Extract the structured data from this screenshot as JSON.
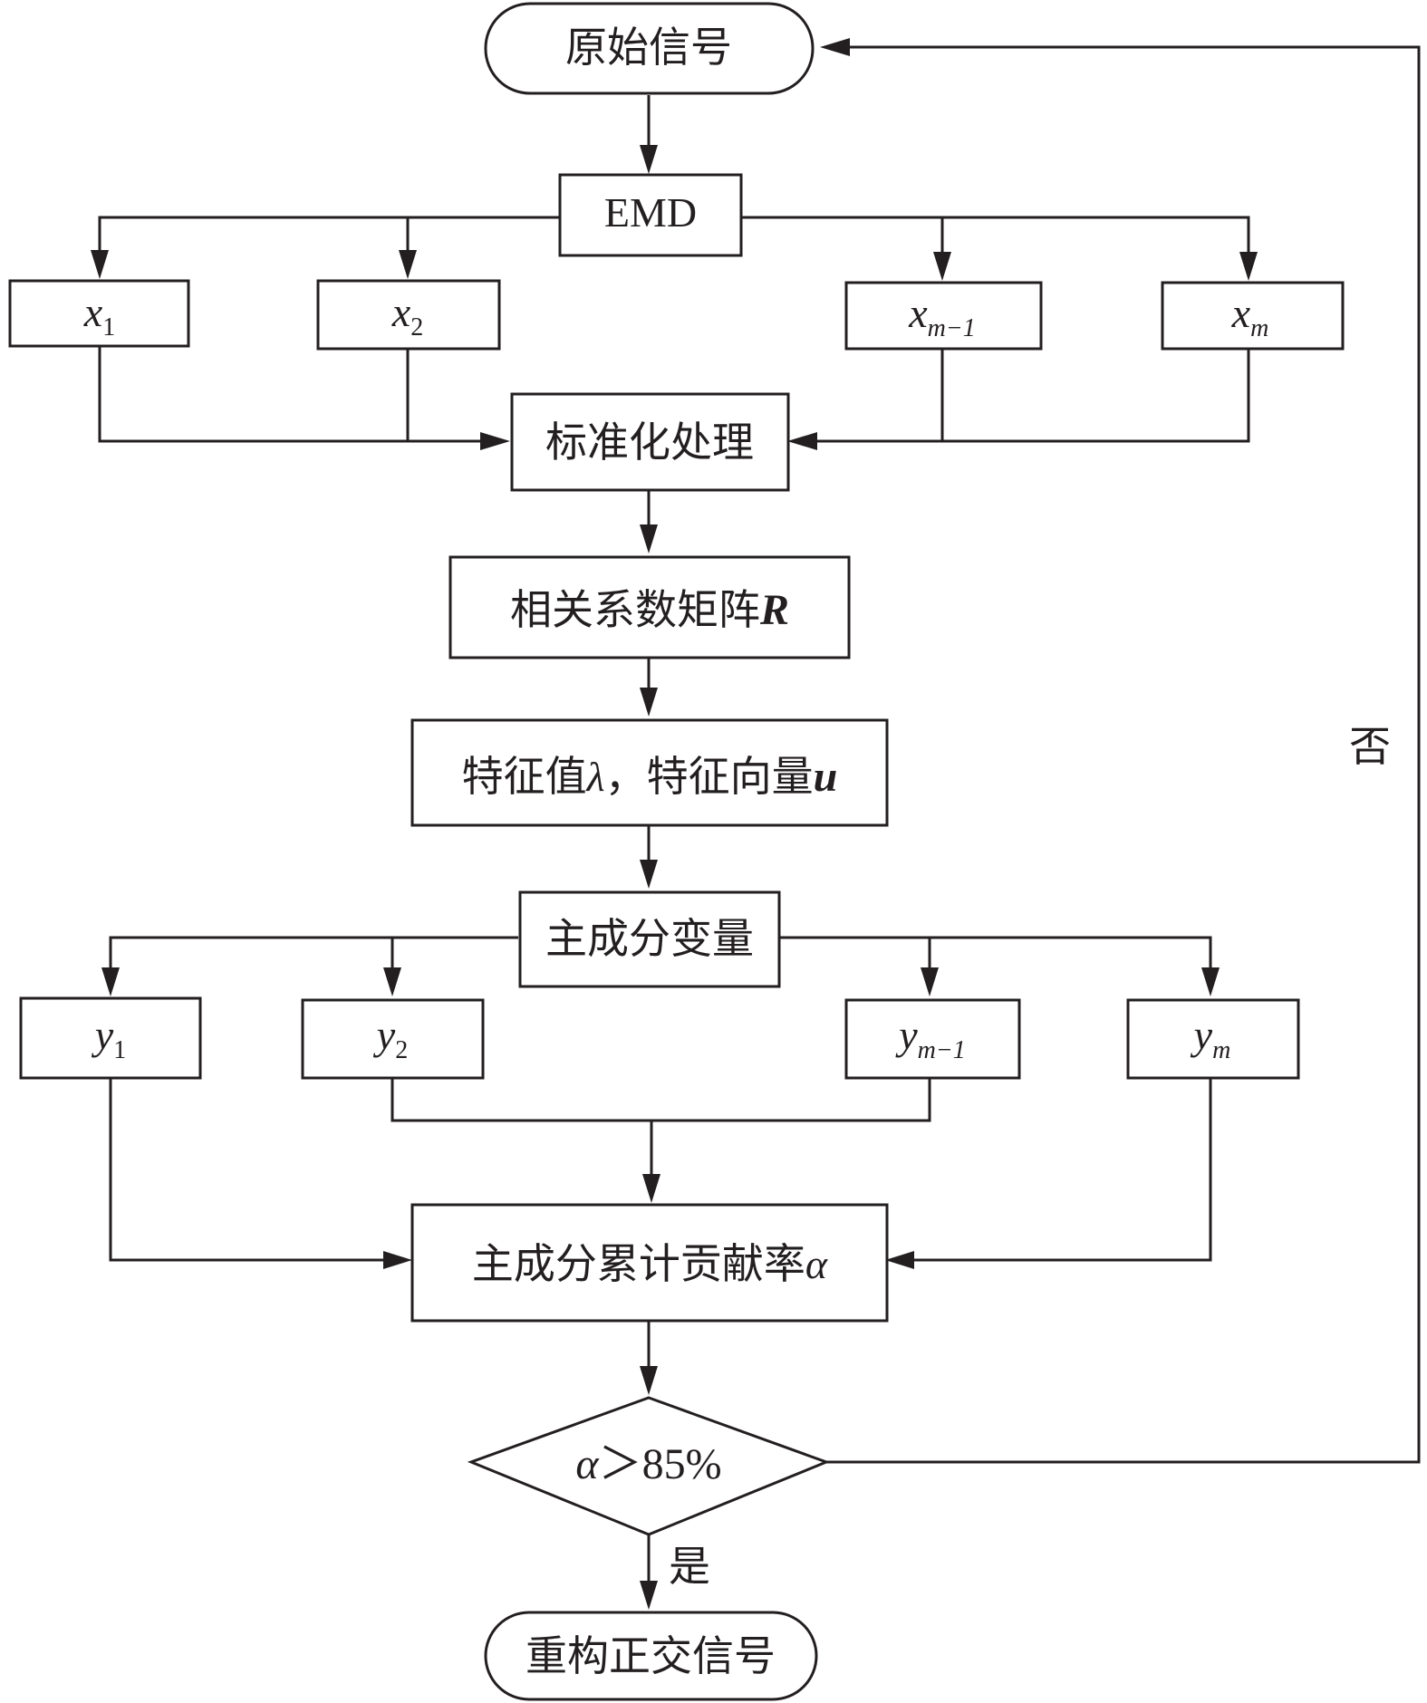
{
  "nodes": {
    "start": "原始信号",
    "emd": "EMD",
    "x1": {
      "base": "x",
      "sub": "1"
    },
    "x2": {
      "base": "x",
      "sub": "2"
    },
    "xm1": {
      "base": "x",
      "sub": "m−1"
    },
    "xm": {
      "base": "x",
      "sub": "m"
    },
    "standardize": "标准化处理",
    "corr": {
      "text": "相关系数矩阵",
      "symbol": "R"
    },
    "eigen": {
      "text1": "特征值",
      "sym1": "λ",
      "sep": "，",
      "text2": "特征向量",
      "sym2": "u"
    },
    "pc": "主成分变量",
    "y1": {
      "base": "y",
      "sub": "1"
    },
    "y2": {
      "base": "y",
      "sub": "2"
    },
    "ym1": {
      "base": "y",
      "sub": "m−1"
    },
    "ym": {
      "base": "y",
      "sub": "m"
    },
    "cumulative": {
      "text": "主成分累计贡献率",
      "symbol": "α"
    },
    "decision": {
      "symbol": "α",
      "rest": "＞85%"
    },
    "end": "重构正交信号"
  },
  "edges": {
    "no_label": "否",
    "yes_label": "是"
  },
  "colors": {
    "stroke": "#231f20",
    "background": "#ffffff"
  }
}
